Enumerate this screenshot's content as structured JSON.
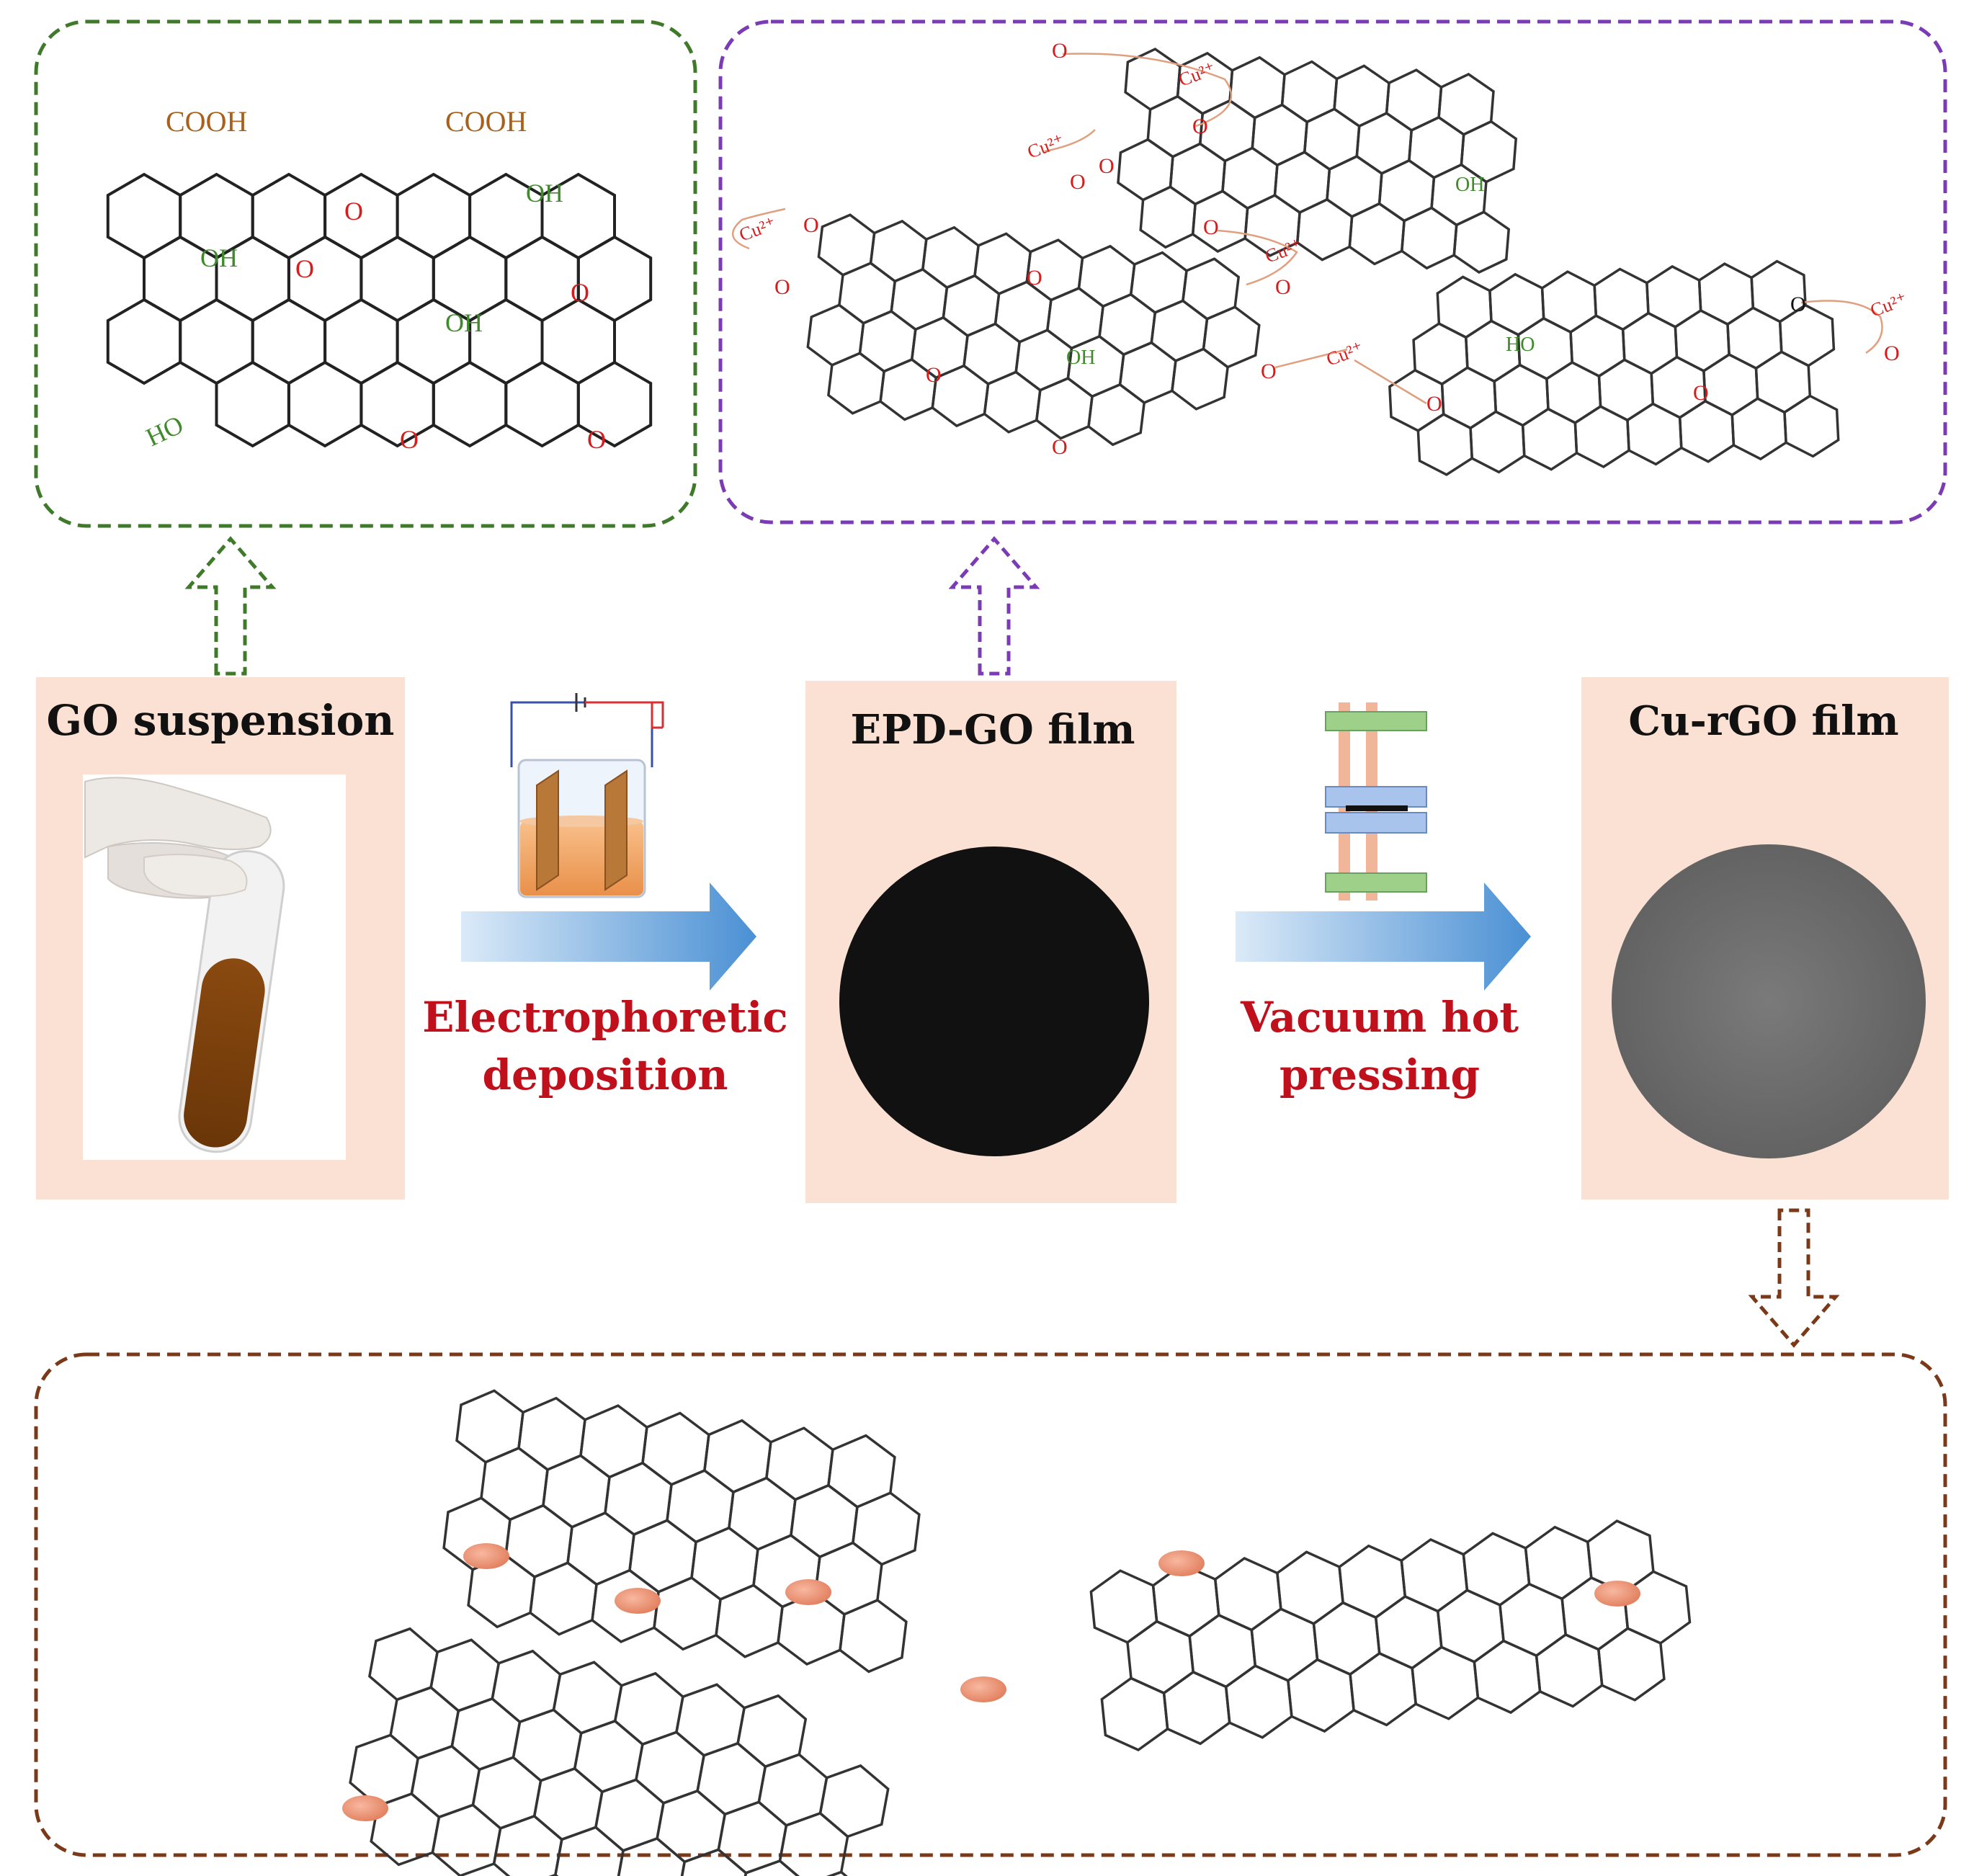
{
  "stages": [
    {
      "label": "GO suspension"
    },
    {
      "label": "EPD-GO film"
    },
    {
      "label": "Cu-rGO film"
    }
  ],
  "processes": [
    {
      "line1": "Electrophoretic",
      "line2": "deposition"
    },
    {
      "line1": "Vacuum hot",
      "line2": "pressing"
    }
  ],
  "groups": {
    "cooh": "COOH",
    "oh": "OH",
    "ho": "HO",
    "o": "O",
    "cu": "Cu²⁺"
  },
  "colors": {
    "panel_bg": "#fbe1d3",
    "go_box": "#3f7a2a",
    "epd_box": "#7b3bb5",
    "curgo_box": "#7a3a1a",
    "process_text": "#c0101c",
    "arrow_blue": "#4a90d4",
    "oxygen_red": "#d81b1b",
    "hydroxyl_green": "#3f8a2a",
    "carboxyl_brown": "#a8601a",
    "cu_particle": "#e88a6a"
  }
}
